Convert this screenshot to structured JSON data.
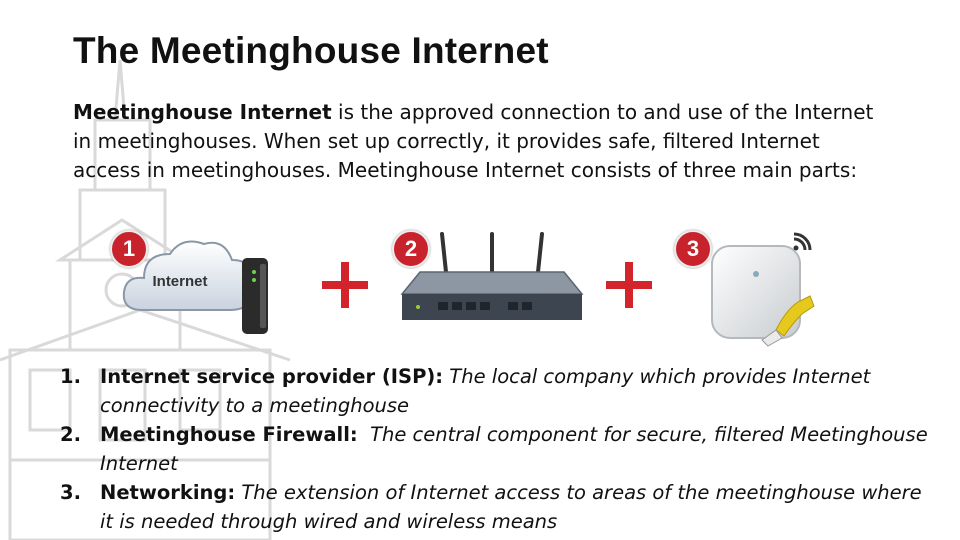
{
  "title": "The Meetinghouse Internet",
  "intro": {
    "bold": "Meetinghouse Internet",
    "rest": " is the approved connection to and use of the Internet in meetinghouses. When set up correctly, it provides safe, filtered Internet access in meetinghouses. Meetinghouse Internet consists of three main parts:"
  },
  "diagram": {
    "badges": [
      "1",
      "2",
      "3"
    ],
    "cloud_label": "Internet",
    "icons": [
      "cloud-icon",
      "modem-icon",
      "router-icon",
      "access-point-icon",
      "wifi-icon",
      "ethernet-cable-icon",
      "plus-icon"
    ]
  },
  "parts": [
    {
      "num": "1.",
      "term": "Internet service provider (ISP):",
      "desc": " The local company which provides Internet connectivity to a meetinghouse"
    },
    {
      "num": "2.",
      "term": "Meetinghouse Firewall:",
      "desc": "  The central component for secure, filtered Meetinghouse Internet"
    },
    {
      "num": "3.",
      "term": "Networking:",
      "desc": " The extension of Internet access to areas of the meetinghouse where it is needed through wired and wireless means"
    }
  ],
  "colors": {
    "accent": "#c8232c",
    "text": "#111111"
  }
}
